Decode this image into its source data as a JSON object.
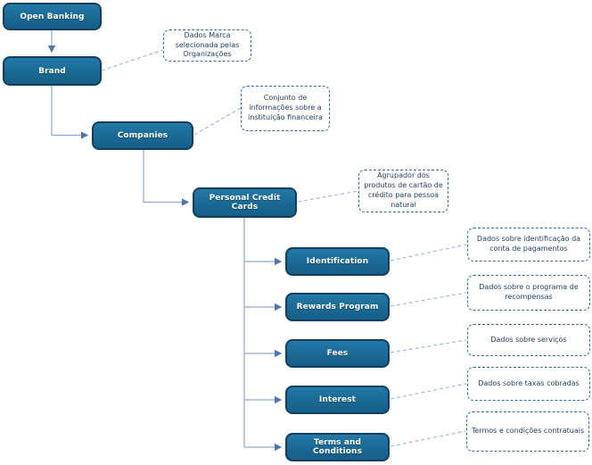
{
  "diagram": {
    "description": "Open Banking data hierarchy diagram",
    "colors": {
      "node_fill_top": "#2479a8",
      "node_fill_bottom": "#155e87",
      "node_border": "#123f5f",
      "node_text": "#ffffff",
      "callout_border": "#2e6d9e",
      "callout_text": "#1f3c5e",
      "connector_line": "#8fa6d3",
      "connector_arrow": "#4f74ae",
      "leader_line": "#9fb2da",
      "background": "#ffffff"
    },
    "nodes": [
      {
        "label": "Open Banking"
      },
      {
        "label": "Brand"
      },
      {
        "label": "Companies"
      },
      {
        "label": "Personal Credit Cards"
      },
      {
        "label": "Identification"
      },
      {
        "label": "Rewards Program"
      },
      {
        "label": "Fees"
      },
      {
        "label": "Interest"
      },
      {
        "label": "Terms and Conditions"
      }
    ],
    "callouts": [
      {
        "attached_to": "Brand",
        "text": "Dados Marca selecionada pelas Organizações"
      },
      {
        "attached_to": "Companies",
        "text": "Conjunto de informações sobre a instituição financeira"
      },
      {
        "attached_to": "Personal Credit Cards",
        "text": "Agrupador dos produtos de cartão de crédito para pessoa natural"
      },
      {
        "attached_to": "Identification",
        "text": "Dados sobre identificação da conta de pagamentos"
      },
      {
        "attached_to": "Rewards Program",
        "text": "Dados sobre o programa de recompensas"
      },
      {
        "attached_to": "Fees",
        "text": "Dados sobre serviços"
      },
      {
        "attached_to": "Interest",
        "text": "Dados sobre taxas cobradas"
      },
      {
        "attached_to": "Terms and Conditions",
        "text": "Termos e condições contratuais"
      }
    ]
  }
}
